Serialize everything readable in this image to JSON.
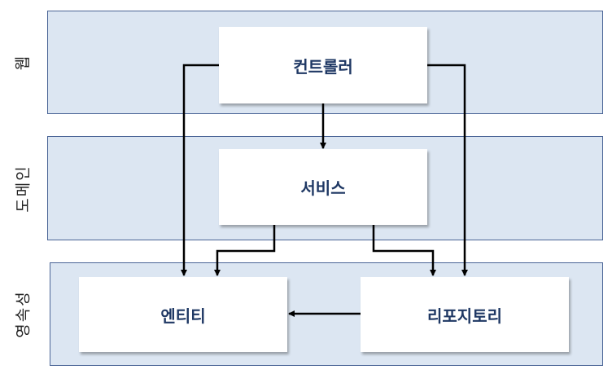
{
  "layers": {
    "web": "웹",
    "domain": "도메인",
    "persistence": "영속성"
  },
  "components": {
    "controller": "컨트롤러",
    "service": "서비스",
    "entity": "엔티티",
    "repository": "리포지토리"
  },
  "colors": {
    "layer_fill": "#dce6f2",
    "layer_border": "#4a6496",
    "text": "#1f3864"
  }
}
